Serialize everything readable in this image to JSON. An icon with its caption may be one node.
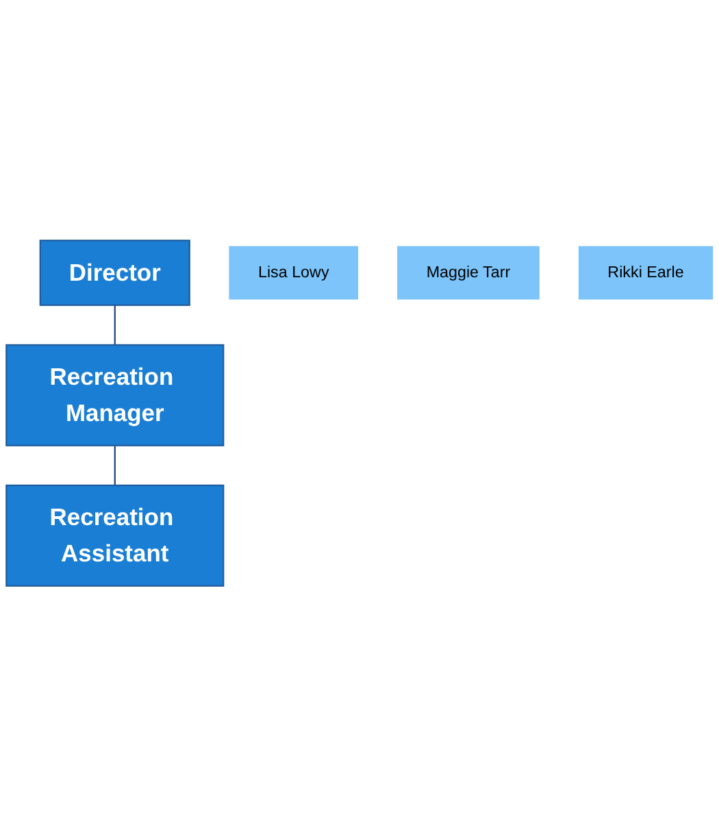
{
  "diagram": {
    "nodes": [
      {
        "text": [
          "Director"
        ]
      },
      {
        "text": [
          "Lisa Lowy"
        ]
      },
      {
        "text": [
          "Recreation Manager"
        ]
      },
      {
        "text": [
          "Maggie Tarr"
        ]
      },
      {
        "text": [
          "Recreation Assistant"
        ]
      },
      {
        "text": [
          "Rikki Earle"
        ]
      }
    ],
    "edges": [
      {
        "from": 0,
        "to": 2,
        "arrow": "none"
      },
      {
        "from": 2,
        "to": 4,
        "arrow": "none"
      }
    ]
  }
}
